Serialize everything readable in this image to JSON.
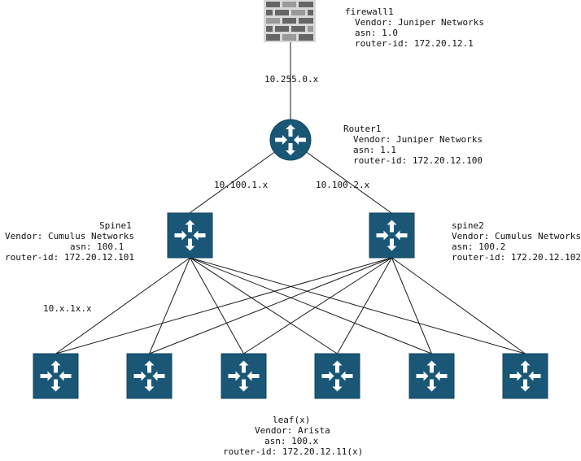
{
  "colors": {
    "device_fill": "#1a5777",
    "device_border": "#134560",
    "device_icon": "#ffffff",
    "firewall_mortar": "#d8d8d8",
    "firewall_brick_dark": "#666666",
    "firewall_brick_light": "#9a9a9a",
    "line": "#1a1a1a",
    "text": "#111111"
  },
  "firewall": {
    "icon": "firewall-brick-icon",
    "label": {
      "name": "firewall1",
      "vendor": "Vendor: Juniper Networks",
      "asn": "asn: 1.0",
      "router_id": "router-id: 172.20.12.1"
    }
  },
  "router": {
    "icon": "router-icon",
    "label": {
      "name": "Router1",
      "vendor": "Vendor: Juniper Networks",
      "asn": "asn: 1.1",
      "router_id": "router-id: 172.20.12.100"
    }
  },
  "spines": [
    {
      "icon": "switch-icon",
      "label": {
        "name": "Spine1",
        "vendor": "Vendor: Cumulus Networks",
        "asn": "asn: 100.1",
        "router_id": "router-id: 172.20.12.101"
      }
    },
    {
      "icon": "switch-icon",
      "label": {
        "name": "spine2",
        "vendor": "Vendor: Cumulus Networks",
        "asn": "asn: 100.2",
        "router_id": "router-id: 172.20.12.102"
      }
    }
  ],
  "leaves": {
    "count": 6,
    "icon": "switch-icon",
    "label": {
      "name": "leaf(x)",
      "vendor": "Vendor: Arista",
      "asn": "asn: 100.x",
      "router_id": "router-id: 172.20.12.11(x)"
    }
  },
  "links": {
    "firewall_router": "10.255.0.x",
    "router_spine1": "10.100.1.x",
    "router_spine2": "10.100.2.x",
    "spine_leaf": "10.x.1x.x"
  }
}
